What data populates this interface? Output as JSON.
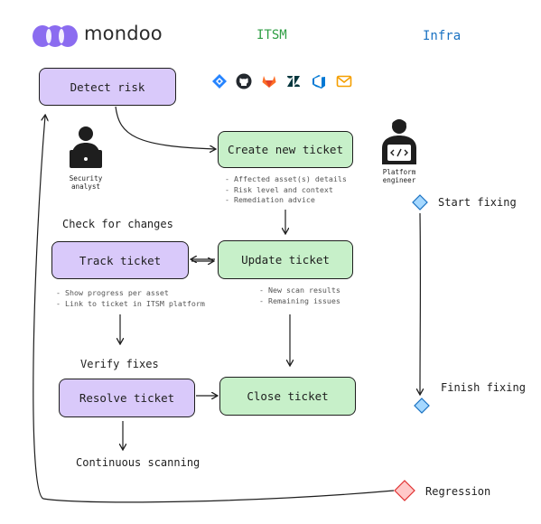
{
  "brand": {
    "name": "mondoo"
  },
  "columns": {
    "itsm": "ITSM",
    "infra": "Infra"
  },
  "boxes": {
    "detect": "Detect risk",
    "create": "Create new ticket",
    "track": "Track ticket",
    "update": "Update ticket",
    "resolve": "Resolve ticket",
    "close": "Close ticket"
  },
  "actors": {
    "security": [
      "Security",
      "analyst"
    ],
    "platform": [
      "Platform",
      "engineer"
    ]
  },
  "labels": {
    "check": "Check for changes",
    "verify": "Verify fixes",
    "continuous": "Continuous scanning",
    "start": "Start fixing",
    "finish": "Finish fixing",
    "regression": "Regression"
  },
  "notes": {
    "create": [
      "- Affected asset(s) details",
      "- Risk level and context",
      "- Remediation advice"
    ],
    "track": [
      "- Show progress per asset",
      "- Link to ticket in ITSM platform"
    ],
    "update": [
      "- New scan results",
      "- Remaining issues"
    ]
  },
  "tools": [
    "jira-icon",
    "github-icon",
    "gitlab-icon",
    "zendesk-icon",
    "azure-devops-icon",
    "email-icon"
  ],
  "colors": {
    "purple": "#d9c9fa",
    "green": "#c7f0c9",
    "itsm_green": "#2f9e44",
    "infra_blue": "#1971c2",
    "diamond_blue": "#a5d8ff",
    "diamond_red": "#ffc9c9",
    "logo": "#8b6cf0"
  }
}
